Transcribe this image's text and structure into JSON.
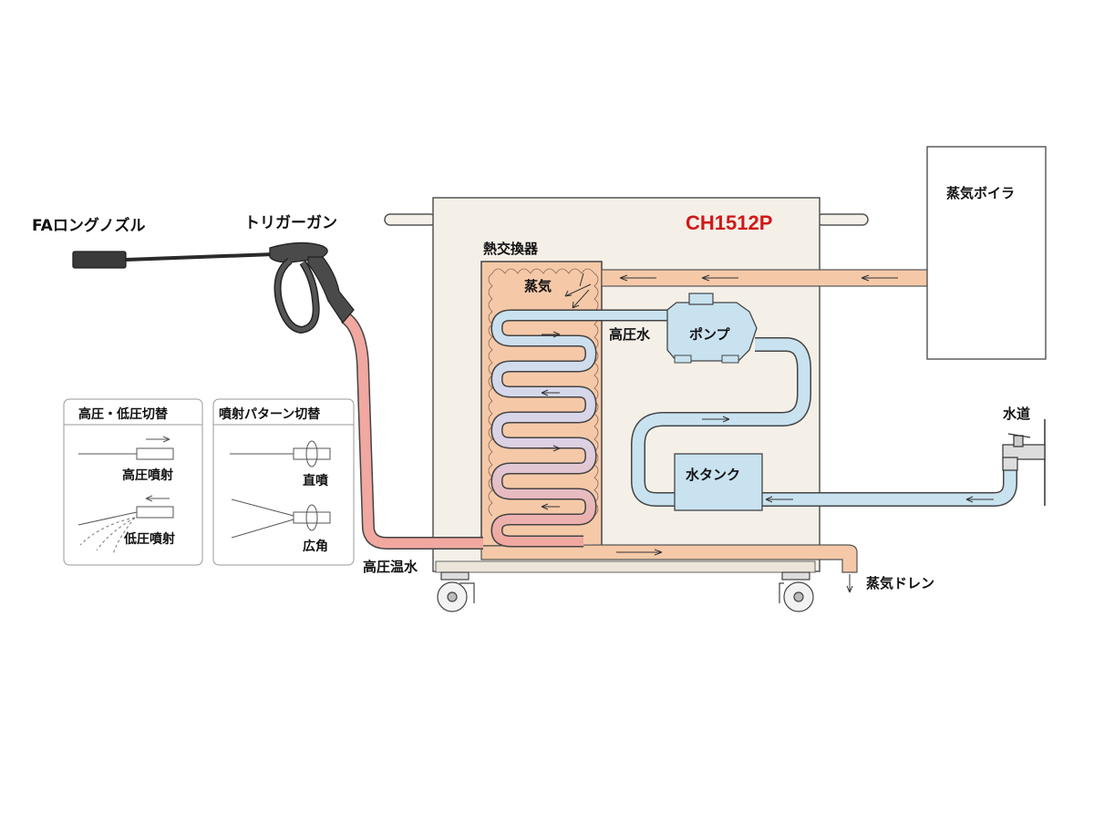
{
  "model": "CH1512P",
  "labels": {
    "nozzle": "FAロングノズル",
    "trigger_gun": "トリガーガン",
    "heat_exchanger": "熱交換器",
    "steam": "蒸気",
    "high_pressure_water": "高圧水",
    "pump": "ポンプ",
    "water_tank": "水タンク",
    "boiler": "蒸気ボイラ",
    "tap_water": "水道",
    "hot_water": "高圧温水",
    "steam_drain": "蒸気ドレン"
  },
  "switch_panel_1": {
    "title": "高圧・低圧切替",
    "high_spray": "高圧噴射",
    "low_spray": "低圧噴射"
  },
  "switch_panel_2": {
    "title": "噴射パターン切替",
    "straight": "直噴",
    "wide": "広角"
  },
  "colors": {
    "steam_fill": "#f5c9a8",
    "water_fill": "#c8e2f0",
    "hose_fill": "#f0a8a0",
    "cabinet_fill": "#f4f0e8",
    "model_text": "#d01818"
  }
}
